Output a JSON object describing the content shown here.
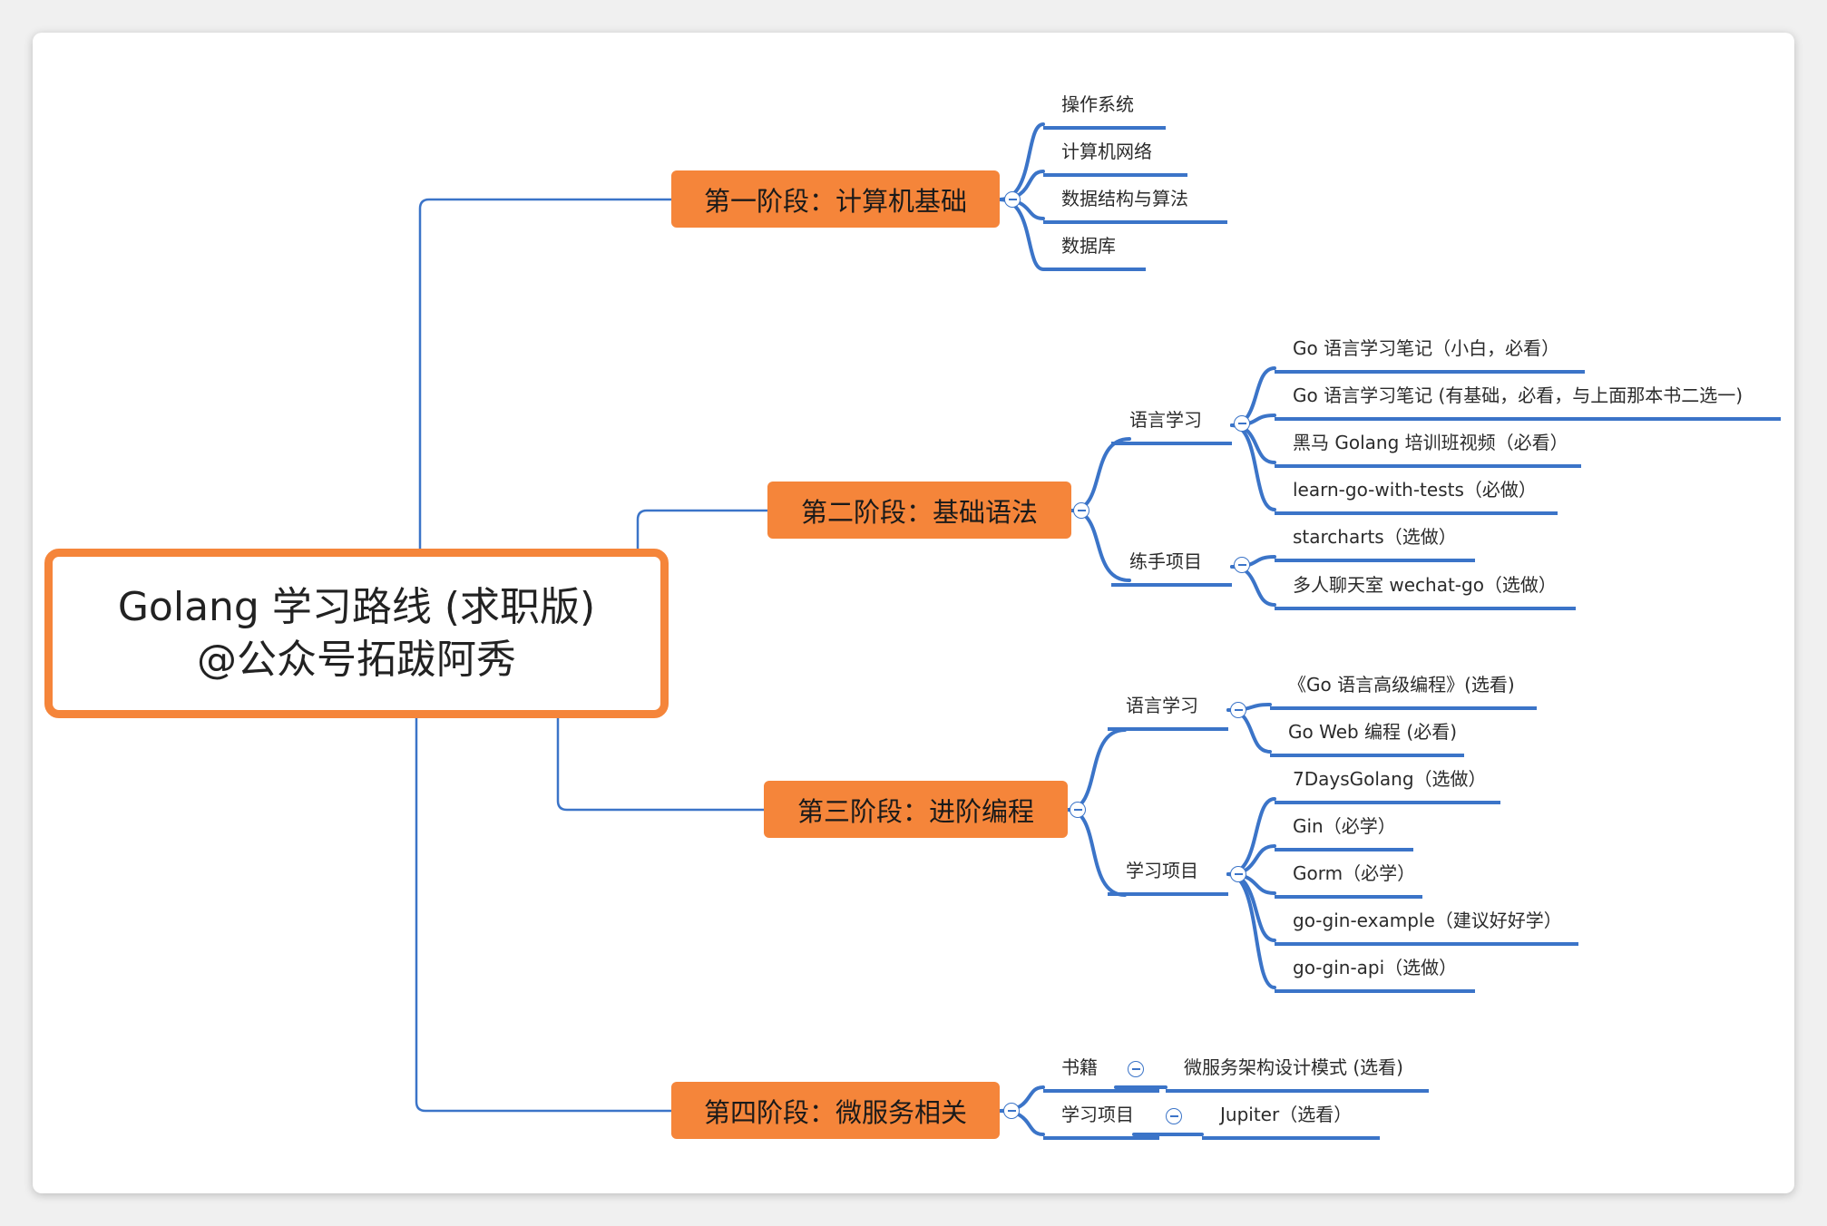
{
  "root": {
    "line1": "Golang 学习路线 (求职版)",
    "line2": "@公众号拓跋阿秀"
  },
  "stage1": {
    "title": "第一阶段：计算机基础",
    "items": [
      "操作系统",
      "计算机网络",
      "数据结构与算法",
      "数据库"
    ]
  },
  "stage2": {
    "title": "第二阶段：基础语法",
    "groups": [
      {
        "label": "语言学习",
        "items": [
          "Go 语言学习笔记（小白，必看）",
          "Go 语言学习笔记 (有基础，必看，与上面那本书二选一)",
          "黑马 Golang 培训班视频（必看）",
          "learn-go-with-tests（必做）"
        ]
      },
      {
        "label": "练手项目",
        "items": [
          "starcharts（选做）",
          "多人聊天室 wechat-go（选做）"
        ]
      }
    ]
  },
  "stage3": {
    "title": "第三阶段：进阶编程",
    "groups": [
      {
        "label": "语言学习",
        "items": [
          "《Go 语言高级编程》(选看)",
          "Go Web 编程 (必看)"
        ]
      },
      {
        "label": "学习项目",
        "items": [
          "7DaysGolang（选做）",
          "Gin（必学）",
          "Gorm（必学）",
          "go-gin-example（建议好好学）",
          "go-gin-api（选做）"
        ]
      }
    ]
  },
  "stage4": {
    "title": "第四阶段：微服务相关",
    "groups": [
      {
        "label": "书籍",
        "items": [
          "微服务架构设计模式 (选看)"
        ]
      },
      {
        "label": "学习项目",
        "items": [
          "Jupiter（选看）"
        ]
      }
    ]
  },
  "colors": {
    "node": "#f5853a",
    "line": "#3b74c8",
    "root_border": "#f5853a"
  }
}
